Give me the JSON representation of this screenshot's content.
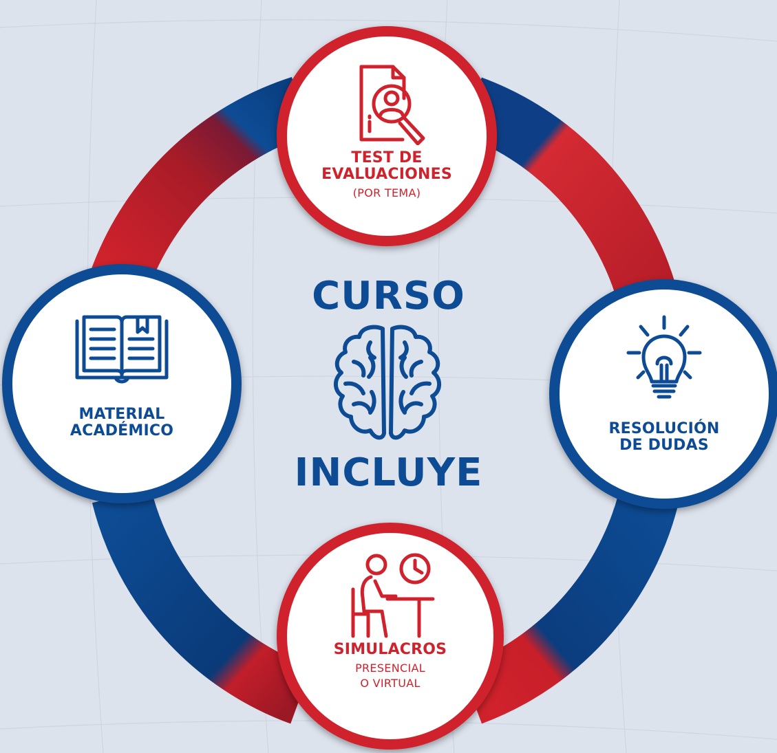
{
  "center": {
    "top_word": "CURSO",
    "bottom_word": "INCLUYE",
    "icon": "brain-icon"
  },
  "items": [
    {
      "title": "TEST DE",
      "title2": "EVALUACIONES",
      "subtitle": "(POR TEMA)",
      "icon": "document-search-icon",
      "color": "#d0222c"
    },
    {
      "title": "MATERIAL",
      "title2": "ACADÉMICO",
      "icon": "open-book-icon",
      "color": "#0d4c95"
    },
    {
      "title": "RESOLUCIÓN",
      "title2": "DE DUDAS",
      "icon": "lightbulb-icon",
      "color": "#0d4c95"
    },
    {
      "title": "SIMULACROS",
      "subtitle": "PRESENCIAL",
      "subtitle2": "O VIRTUAL",
      "icon": "student-desk-clock-icon",
      "color": "#d0222c"
    }
  ],
  "colors": {
    "red": "#d0222c",
    "blue": "#0d4c95",
    "background": "#dde3ed"
  }
}
